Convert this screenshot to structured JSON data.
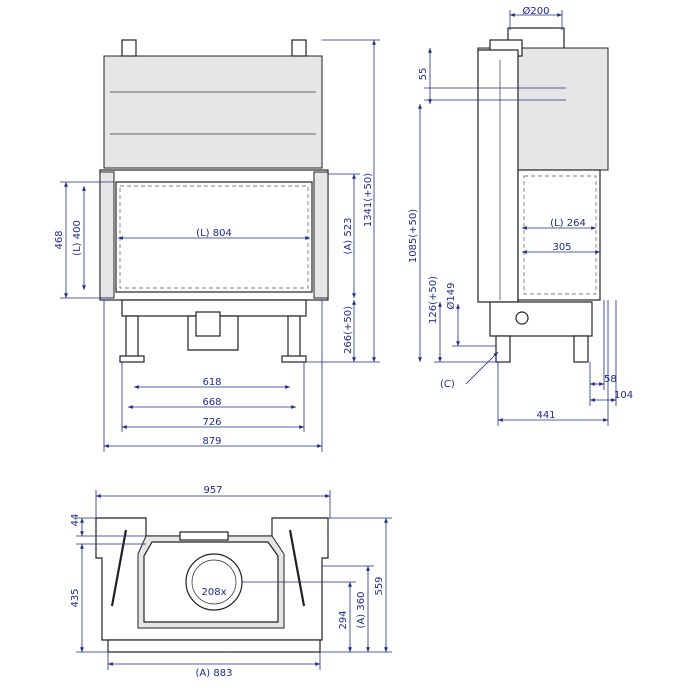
{
  "front_view": {
    "dim_618": "618",
    "dim_668": "668",
    "dim_726": "726",
    "dim_879": "879",
    "dim_L804": "(L) 804",
    "dim_L400": "(L) 400",
    "dim_468": "468",
    "dim_A523": "(A) 523",
    "dim_1341": "1341(+50)",
    "dim_266": "266(+50)"
  },
  "side_view": {
    "dim_d200": "Ø200",
    "dim_55": "55",
    "dim_1085": "1085(+50)",
    "dim_L264": "(L) 264",
    "dim_305": "305",
    "dim_126": "126(+50)",
    "dim_d149": "Ø149",
    "label_C": "(C)",
    "dim_58": "58",
    "dim_104": "104",
    "dim_441": "441"
  },
  "top_view": {
    "dim_957": "957",
    "dim_44": "44",
    "dim_435": "435",
    "dim_208x": "208x",
    "dim_294": "294",
    "dim_A360": "(A) 360",
    "dim_559": "559",
    "dim_A883": "(A) 883"
  }
}
